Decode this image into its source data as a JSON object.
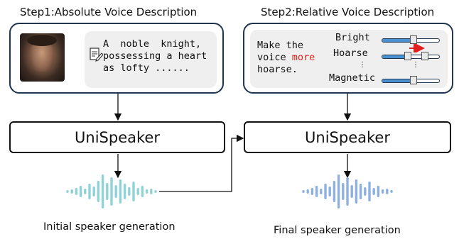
{
  "step1": {
    "title": "Step1:Absolute Voice Description",
    "description": "A noble knight, possessing a heart as lofty ......",
    "lines": [
      "A  noble  knight,",
      "possessing a heart",
      "as lofty ......"
    ],
    "image_icon": "portrait-photo",
    "text_icon": "pencil-document-icon"
  },
  "step2": {
    "title": "Step2:Relative Voice Description",
    "instruction_line1": "Make the",
    "instruction_line2_pre": "voice ",
    "instruction_highlight": "more",
    "instruction_line3": "hoarse.",
    "sliders": [
      {
        "label": "Bright",
        "level": 0.55
      },
      {
        "label": "Hoarse",
        "level": 0.45
      },
      {
        "label": "Magnetic",
        "level": 0.55
      }
    ],
    "dots": "⋮",
    "highlight_color": "#e0201f"
  },
  "model_left": "UniSpeaker",
  "model_right": "UniSpeaker",
  "caption_left": "Initial speaker generation",
  "caption_right": "Final speaker generation",
  "colors": {
    "panel_border": "#1f3550",
    "initial_wave": "#8fd3d8",
    "final_wave": "#8eb0e0",
    "slider_fill": "#4a8fd0"
  }
}
